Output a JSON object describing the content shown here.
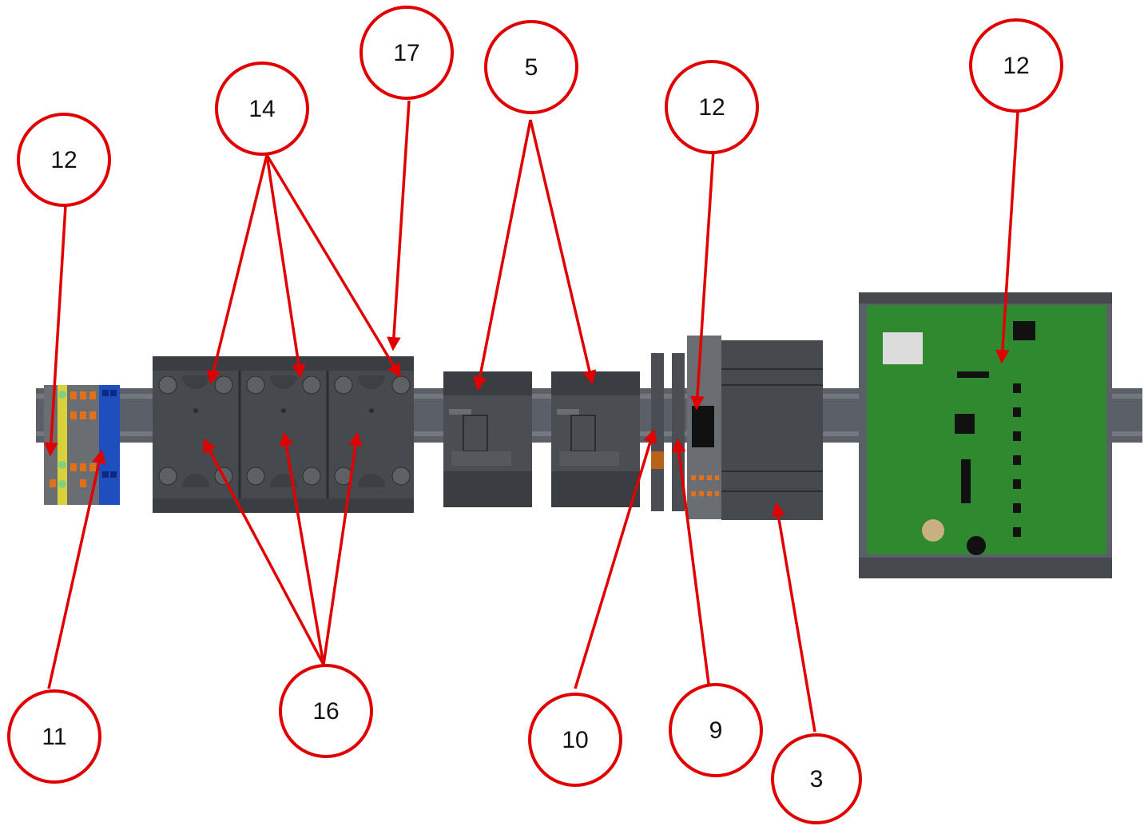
{
  "callouts": [
    {
      "id": "c12a",
      "label": "12"
    },
    {
      "id": "c14",
      "label": "14"
    },
    {
      "id": "c17",
      "label": "17"
    },
    {
      "id": "c5",
      "label": "5"
    },
    {
      "id": "c12b",
      "label": "12"
    },
    {
      "id": "c12c",
      "label": "12"
    },
    {
      "id": "c11",
      "label": "11"
    },
    {
      "id": "c16",
      "label": "16"
    },
    {
      "id": "c10",
      "label": "10"
    },
    {
      "id": "c9",
      "label": "9"
    },
    {
      "id": "c3",
      "label": "3"
    }
  ],
  "colors": {
    "callout": "#e00000",
    "rail": "#5b6068",
    "module": "#4a4d52",
    "module_dark": "#36393d",
    "pcb": "#2f8a2f",
    "terminal_blue": "#1f4fbf",
    "terminal_orange": "#e0701a",
    "terminal_yellow": "#d8d23a"
  }
}
